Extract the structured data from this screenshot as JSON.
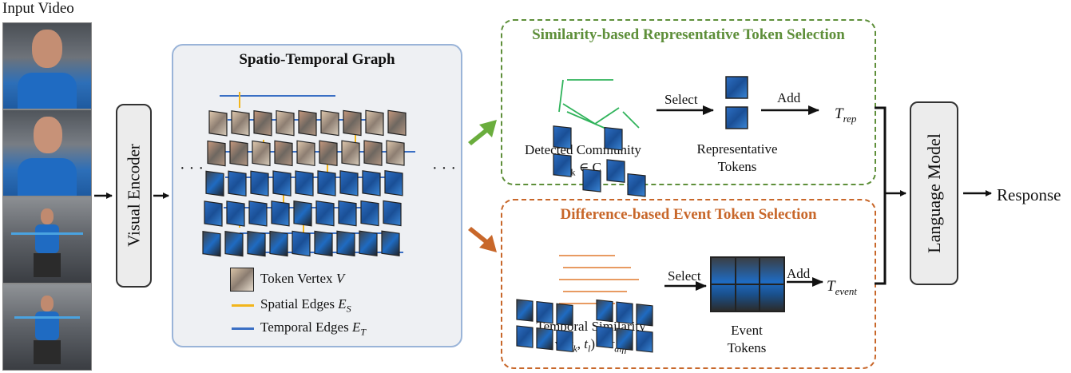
{
  "input_video": {
    "label": "Input Video"
  },
  "visual_encoder": {
    "label": "Visual Encoder"
  },
  "graph": {
    "title": "Spatio-Temporal Graph",
    "ellipsis_left": "· · ·",
    "ellipsis_right": "· · ·",
    "legend": {
      "vertex": "Token Vertex V",
      "spatial": "Spatial Edges E_S",
      "temporal": "Temporal Edges E_T"
    }
  },
  "similarity_box": {
    "title": "Similarity-based Representative Token Selection",
    "community_label": "Detected Community",
    "community_math": "c_k ∈ C",
    "select_label": "Select",
    "rep_tokens_label_1": "Representative",
    "rep_tokens_label_2": "Tokens",
    "add_label": "Add",
    "output": "T_rep"
  },
  "difference_box": {
    "title": "Difference-based Event Token Selection",
    "similarity_label": "Temporal Similarity",
    "similarity_math": "w(t_k, t_l) < τ_diff",
    "select_label": "Select",
    "event_tokens_label_1": "Event",
    "event_tokens_label_2": "Tokens",
    "add_label": "Add",
    "output": "T_event"
  },
  "language_model": {
    "label": "Language Model"
  },
  "response": {
    "label": "Response"
  },
  "colors": {
    "green": "#5e8f3a",
    "orange": "#c8672a",
    "spatial_edge": "#f2b51c",
    "temporal_edge": "#3a6fc4",
    "graph_border": "#9ab4d8"
  }
}
